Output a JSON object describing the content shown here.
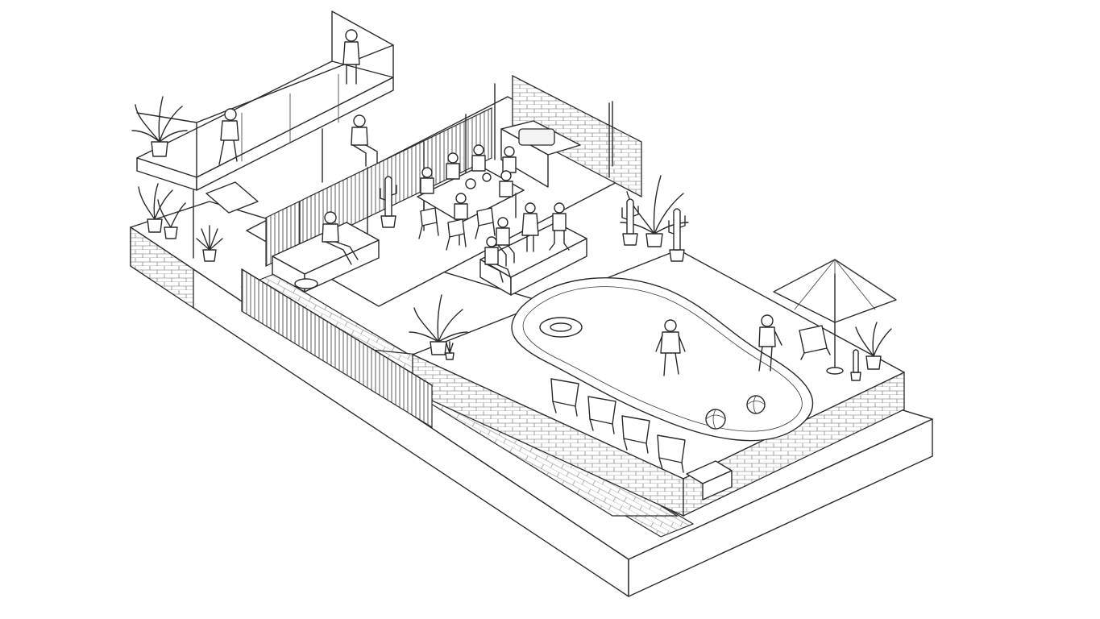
{
  "scene": {
    "background": "#ffffff",
    "line_color": "#2a2a2a",
    "style": "isometric line drawing",
    "elements": [
      "upper-balcony",
      "covered-terrace",
      "dining-table",
      "outdoor-kitchen",
      "swimming-pool",
      "parasol",
      "deck-chairs",
      "perimeter-fence",
      "potted-plants",
      "cacti",
      "people"
    ]
  }
}
